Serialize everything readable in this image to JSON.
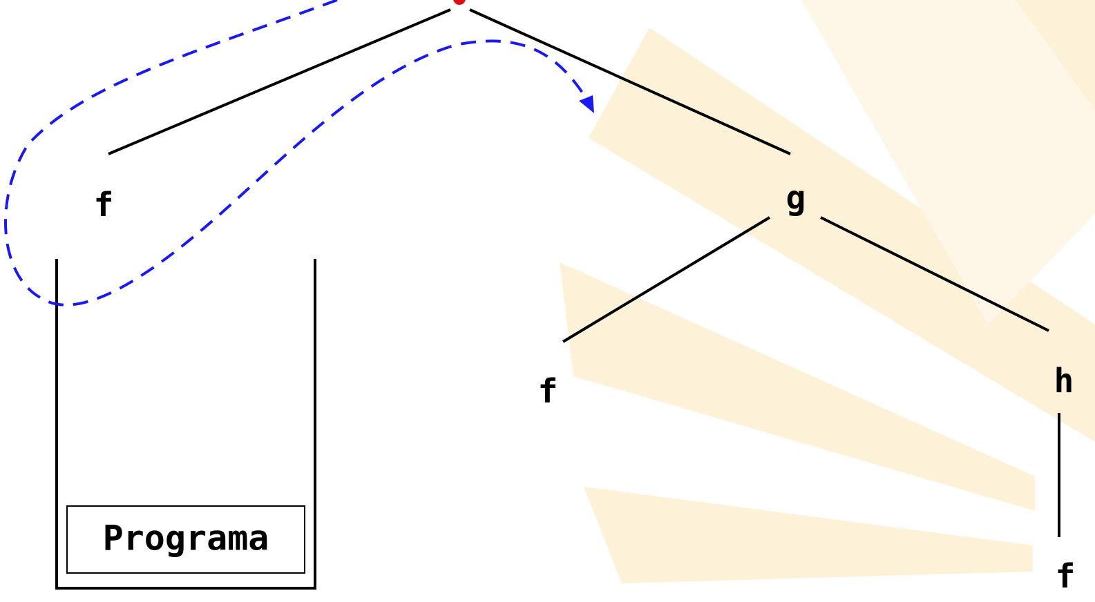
{
  "tree": {
    "nodes": {
      "f_left": "f",
      "g": "g",
      "f_mid": "f",
      "h": "h",
      "f_bottom": "f"
    }
  },
  "stack": {
    "label": "Programa"
  },
  "colors": {
    "edge": "#000000",
    "flow_arrow": "#1a1aee",
    "root_marker": "#e01010",
    "background_rays": "#fdf1d8"
  }
}
